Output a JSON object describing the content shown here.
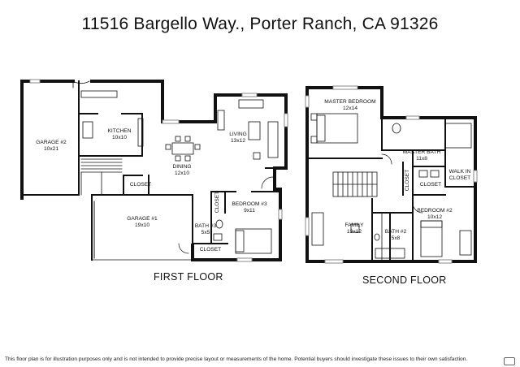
{
  "title": "11516 Bargello Way., Porter Ranch, CA 91326",
  "floors": [
    {
      "name": "FIRST FLOOR",
      "rooms": [
        {
          "id": "garage2",
          "name": "GARAGE #2",
          "size": "10x21"
        },
        {
          "id": "kitchen",
          "name": "KITCHEN",
          "size": "10x10"
        },
        {
          "id": "living",
          "name": "LIVING",
          "size": "13x12"
        },
        {
          "id": "dining",
          "name": "DINING",
          "size": "12x10"
        },
        {
          "id": "closet_a",
          "name": "CLOSET",
          "size": ""
        },
        {
          "id": "garage1",
          "name": "GARAGE #1",
          "size": "19x10"
        },
        {
          "id": "bedroom3",
          "name": "BEDROOM #3",
          "size": "9x11"
        },
        {
          "id": "closet_b",
          "name": "CLOSET",
          "size": ""
        },
        {
          "id": "bath3",
          "name": "BATH #3",
          "size": "5x5"
        },
        {
          "id": "closet_c",
          "name": "CLOSET",
          "size": ""
        }
      ]
    },
    {
      "name": "SECOND FLOOR",
      "rooms": [
        {
          "id": "master",
          "name": "MASTER BEDROOM",
          "size": "12x14"
        },
        {
          "id": "masterbath",
          "name": "MASTER BATH",
          "size": "11x8"
        },
        {
          "id": "walkin",
          "name": "WALK IN CLOSET",
          "size": ""
        },
        {
          "id": "closet_d",
          "name": "CLOSET",
          "size": ""
        },
        {
          "id": "closet_e",
          "name": "CLOSET",
          "size": ""
        },
        {
          "id": "family",
          "name": "FAMILY",
          "size": "13x12"
        },
        {
          "id": "bath2",
          "name": "BATH #2",
          "size": "5x8"
        },
        {
          "id": "bedroom2",
          "name": "BEDROOM #2",
          "size": "10x12"
        }
      ]
    }
  ],
  "disclaimer": "This floor plan is for illustration purposes only and is not intended to provide precise layout or measurements of the home. Potential buyers should investigate these issues to their own satisfaction."
}
